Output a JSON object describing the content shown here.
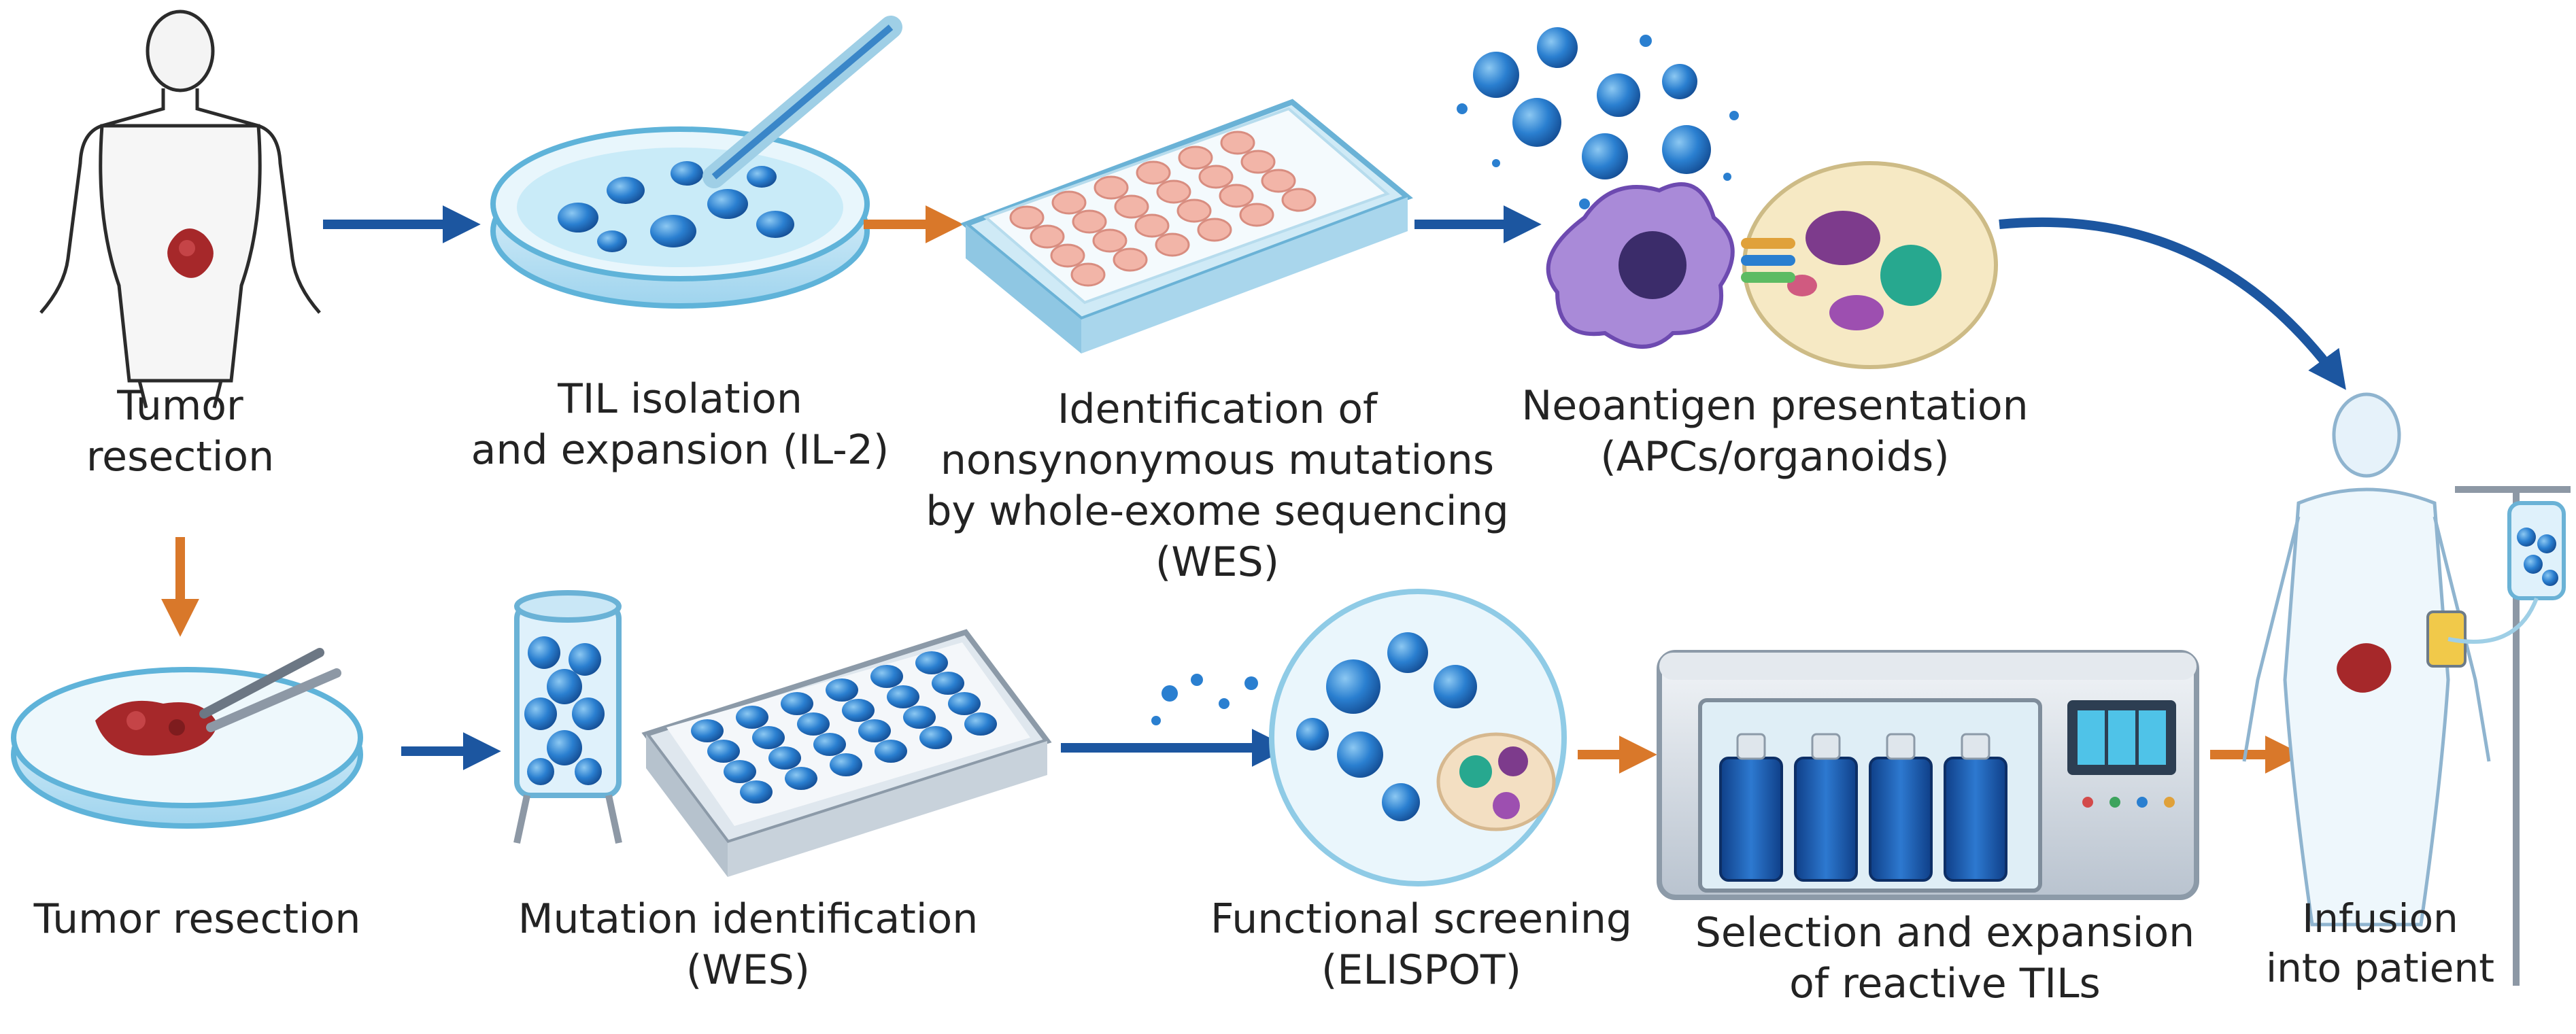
{
  "labels": {
    "tumor_resection_top": "Tumor\nresection",
    "til_isolation": "TIL isolation\nand expansion (IL-2)",
    "identification_mutations": "Identification of\nnonsynonymous mutations\nby whole-exome sequencing\n(WES)",
    "neoantigen_presentation": "Neoantigen presentation\n(APCs/organoids)",
    "tumor_resection_bottom": "Tumor resection",
    "mutation_identification": "Mutation identification\n(WES)",
    "functional_screening": "Functional screening\n(ELISPOT)",
    "selection_expansion": "Selection and expansion\nof reactive TILs",
    "infusion": "Infusion\ninto patient"
  },
  "colors": {
    "arrow_blue": "#1c56a0",
    "arrow_orange": "#d9782a",
    "cell_blue": "#2a7fd0",
    "tumor_red": "#a6282a",
    "well_pink": "#f2b5a8",
    "glass": "#d6eef8"
  },
  "icons": [
    "human-figure-icon",
    "petri-dish-pipette-icon",
    "well-plate-pink-icon",
    "apc-organoid-icon",
    "tumor-dish-forceps-icon",
    "cell-column-icon",
    "well-plate-blue-icon",
    "elispot-dish-icon",
    "incubator-icon",
    "patient-iv-icon"
  ]
}
